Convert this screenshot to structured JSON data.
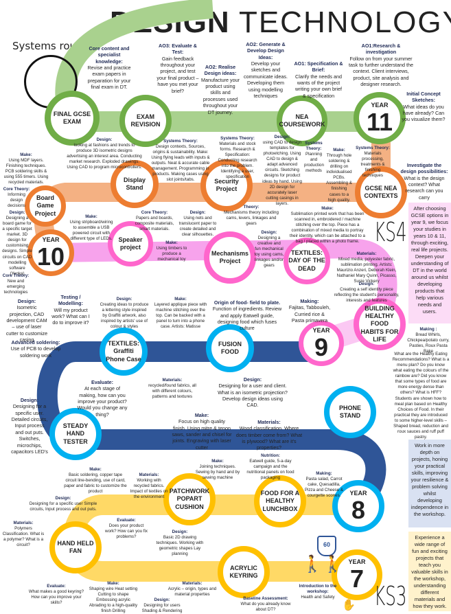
{
  "title": {
    "bold": "DESIGN",
    "light": "TECHNOLOGY"
  },
  "route_label": "Systems route",
  "ks4": "KS4",
  "ks3": "KS3",
  "colors": {
    "green": "#a9d18e",
    "green_ring": "#70ad47",
    "orange": "#f4b183",
    "orange_ring": "#ed7d31",
    "pink": "#f7a3ec",
    "pink_ring": "#ff66cc",
    "navy": "#2f5597",
    "blue_ring": "#00b0f0",
    "yellow": "#ffd966",
    "yellow_ring": "#ffc000"
  },
  "stations": [
    {
      "label": "FINAL GCSE EXAM"
    },
    {
      "label": "EXAM REVISION"
    },
    {
      "label": "NEA COURSEWORK"
    },
    {
      "label": "YEAR",
      "num": "11"
    },
    {
      "label": "GCSE NEA CONTEXTS"
    },
    {
      "label": "Security Project"
    },
    {
      "label": "Display Stand"
    },
    {
      "label": "Board Game Project"
    },
    {
      "label": "YEAR",
      "num": "10"
    },
    {
      "label": "Speaker project"
    },
    {
      "label": "Mechanisms Project"
    },
    {
      "label": "TEXTILES: DAY OF THE DEAD"
    },
    {
      "label": "BUILDING HEALTHY FOOD HABITS FOR LIFE"
    },
    {
      "label": "YEAR",
      "num": "9"
    },
    {
      "label": "FUSION FOOD"
    },
    {
      "label": "TEXTILES: Graffiti Phone Case"
    },
    {
      "label": "STEADY HAND TESTER"
    },
    {
      "label": "PHONE STAND"
    },
    {
      "label": "YEAR",
      "num": "8"
    },
    {
      "label": "FOOD FOR A HEALTHY LUNCHBOX"
    },
    {
      "label": "PATCHWORK POPART CUSHION"
    },
    {
      "label": "HAND HELD FAN"
    },
    {
      "label": "ACRYLIC KEYRING"
    },
    {
      "label": "YEAR",
      "num": "7"
    }
  ],
  "annotations": [
    {
      "h": "Core content and specialist knowledge:",
      "t": "Revise and practice exam papers in preparation for your final exam in DT."
    },
    {
      "h": "AO3: Evaluate & Test:",
      "t": "Gain feedback throughout your project, and test your final product – have you met your brief?"
    },
    {
      "h": "AO2: Realise Design ideas:",
      "t": "Manufacture your product using skills and processes used throughout your DT journey."
    },
    {
      "h": "AO2: Generate & Develop Design Ideas:",
      "t": "Develop your sketches and communicate ideas. Developing them using modelling techniques"
    },
    {
      "h": "AO1: Specification & Brief:",
      "t": "Clarify the needs and wants of the project writing your own brief & specification"
    },
    {
      "h": "AO1:Research & investigation",
      "t": "Follow on from your summer task to further understand the context. Client interviews, product, site analysis and designer research."
    },
    {
      "h": "Initial Concept Sketches:",
      "t": "What ideas do you have already? Can you visualize them?"
    },
    {
      "h": "Investigate the design possibilities:",
      "t": "What is the design context? What research can you carry"
    },
    {
      "h": "Make:",
      "t": "Using MDF layers. Finishing techniques. PCB soldering skills & using 555 timers. Using recycled materials."
    },
    {
      "h": "Design:",
      "t": "looking at fashions and trends to produce 3D isometric designs advertising an interest area. Conducting market research. Exploded drawings. Using CAD to program microcontrollers."
    },
    {
      "h": "Systems Theory:",
      "t": "Design contexts, Sources, origins & sustainability. Make: Using flying leads with inputs & outputs. Neat & accurate cable management. Programming in products. Making cases using slot joints/tabs."
    },
    {
      "h": "Systems Theory:",
      "t": "Materials and stock forms. Research & Specification: Conducting research into the problem. Identifying a user, specification"
    },
    {
      "h": "Design:",
      "t": "using CAD to design templates for photoetching. Using CAD to design & adapt advanced circuits. Sketching designs for product ideas by hand. Using 2D design for accurately laser cutting casings in layers."
    },
    {
      "h": "Systems Theory:",
      "t": "Planning and production methods"
    },
    {
      "h": "Make:",
      "t": "Through hole soldering & drilling on individualised PCBs. Assembling & finishing cases to a high quality."
    },
    {
      "h": "Systems Theory:",
      "t": "Materials processing, treatments & finishing techniques"
    },
    {
      "h": "Core Theory:",
      "t": "Informing design decisions"
    },
    {
      "h": "Design:",
      "t": "Designing a board game for a specific target market. 3D design for customising designs. Simple circuits on CAD modelling software (Yenka)"
    },
    {
      "h": "Core Theory:",
      "t": "New and emerging technologies"
    },
    {
      "h": "Make:",
      "t": "Using stripboard/wiring to assemble a USB powered circuit with different type of LEDs."
    },
    {
      "h": "Core Theory:",
      "t": "Papers and boards, composite materials, smart materials."
    },
    {
      "h": "Design:",
      "t": "Using nets and translucent paper to create detailed and clear silhouettes."
    },
    {
      "h": "Make:",
      "t": "Using timbers to produce a mechanical toy"
    },
    {
      "h": "Theory:",
      "t": "Mechanisms theory including cams, levers, linkages and gears"
    },
    {
      "h": "Design:",
      "t": "Designing a creative and fun mechanical toy using cams, linkages and/or gears"
    },
    {
      "h": "Make:",
      "t": "Sublimation printed work that has been scanned in, embroidered / machine stitching over the top. Piece has a combination of mixed media to portray their identity, which can be attached to a bag / placed within a photo frame."
    },
    {
      "h": "Materials:",
      "t": "Mixed media, polyester fabric, sublimation printing. Artists: Maurizio Anzeri, Deborah Klein, Nathaniel Mary Quinn, Picasso, Susie Vickery"
    },
    {
      "h": "Design:",
      "t": "Creating a self identity piece reflecting the student's personality, interests and features"
    },
    {
      "h": "Design:",
      "t": "Isometric projection, CAD development CAM – use of laser cutter to customize casing"
    },
    {
      "h": "Testing / Modelling:",
      "t": "Will my product work? What can I do to improve it?"
    },
    {
      "h": "Advanced soldering:",
      "t": "Use of PCB to develop soldering work"
    },
    {
      "h": "Design:",
      "t": "Creating ideas to produce a lettering style inspired by Graffiti artwork, also inspired by artists' use of colour & styles"
    },
    {
      "h": "Make:",
      "t": "Layered applique piece with machine stitching over the top. Can be backed with a panel to turn into a phone case. Artists: Matisse"
    },
    {
      "h": "Origin of food- field to plate.",
      "t": "Function of ingredients. Review and apply Eatwell guide, designing food which fuses culture"
    },
    {
      "h": "Making:",
      "t": "Fajitas, Tabbouleh, Curried rice & Pasta primavera"
    },
    {
      "h": "Making :",
      "t": "Bread Whirls, Chickpea/potato curry, Pasties, Roux Pasta Bake"
    },
    {
      "h": "",
      "t": "What are the Healthy Eating Recommendations? What is a menu plan? Do you know what eating the colours of the rainbow are? Did you know that some types of food are more energy dense than others? What is HFF? Students are shown how to meal plan based on Healthy Choices of Food. In their practical they are introduced to some higher-level skills – Shaped bread, reduction and roux sauces and ruff puff pastry."
    },
    {
      "h": "Evaluate:",
      "t": "At each stage of making, how can you improve your product? Would you change any thing?"
    },
    {
      "h": "Materials:",
      "t": "recycled/found fabrics, all with different colours, patterns and textures"
    },
    {
      "h": "Design:",
      "t": "Designing for a user and client. What is an isometric projection? Develop design ideas using CAD."
    },
    {
      "h": "Make:",
      "t": "Focus on high quality finish. Using mitre & tenon saws, sander and chisel for joints. Engraving with laser cutter"
    },
    {
      "h": "Materials:",
      "t": "Wood classification. Where does timber come from? What is plywood? What are it's properties?"
    },
    {
      "h": "Design:",
      "t": "Designing for a specific user. Detailed circuits, Input process and out puts. Switches, microchips, capacitors LED's"
    },
    {
      "h": "Make:",
      "t": "Basic soldering, copper tape circuit line-bending, use of card, paper and fabric to customize the product"
    },
    {
      "h": "Design:",
      "t": "Designing for a specific user Simple circuits, Input process and out puts."
    },
    {
      "h": "Materials:",
      "t": "Working with recycled fabrics. Impact of textiles on the environment"
    },
    {
      "h": "Make:",
      "t": "Joining techniques. Sewing by hand and by sewing machine"
    },
    {
      "h": "Nutrition:",
      "t": "Eatwell guide, 5-a-day campaign and the nutritional panels on food packaging"
    },
    {
      "h": "Making:",
      "t": "Pasta salad, Carrot cake, Quesadilla, Pizza and Cheese & courgette scones."
    },
    {
      "h": "Materials:",
      "t": "Polymers Classification. What is a polymer? What is a circuit?"
    },
    {
      "h": "Evaluate:",
      "t": "Does your product work? How can you fix problems?"
    },
    {
      "h": "Design:",
      "t": "Basic 2D drawing techniques. Working with geometric shapes Lay planning"
    },
    {
      "h": "Evaluate:",
      "t": "What makes a good keyring? How can you improve your skills?"
    },
    {
      "h": "Make:",
      "t": "Shaping wire Heat setting Cutting to shape Embossing acrylic Abrading to a high-quality finish Drilling"
    },
    {
      "h": "Materials:",
      "t": "Acrylic – origin, types and material properties"
    },
    {
      "h": "Design:",
      "t": "Designing for users Shading & Rendering"
    },
    {
      "h": "Introduction to the workshop:",
      "t": "Health and Safety"
    },
    {
      "h": "Baseline Assessment:",
      "t": "What do you already know about DT?"
    }
  ],
  "boxes": [
    {
      "text": "After choosing GCSE options in year 9, we focus your studies in years 10 & 11, through exciting, real life projects. Deepen your understanding of DT in the world around us whilst developing products that help various needs and users."
    },
    {
      "text": "Work in more depth on projects, honing your practical skills, improving your resilience & problem solving whilst developing independence in the workshop."
    },
    {
      "text": "Experience a wide range of fun and exciting projects that teach you valuable skills in the workshop, understanding different materials and how they work."
    }
  ],
  "badge": "60"
}
